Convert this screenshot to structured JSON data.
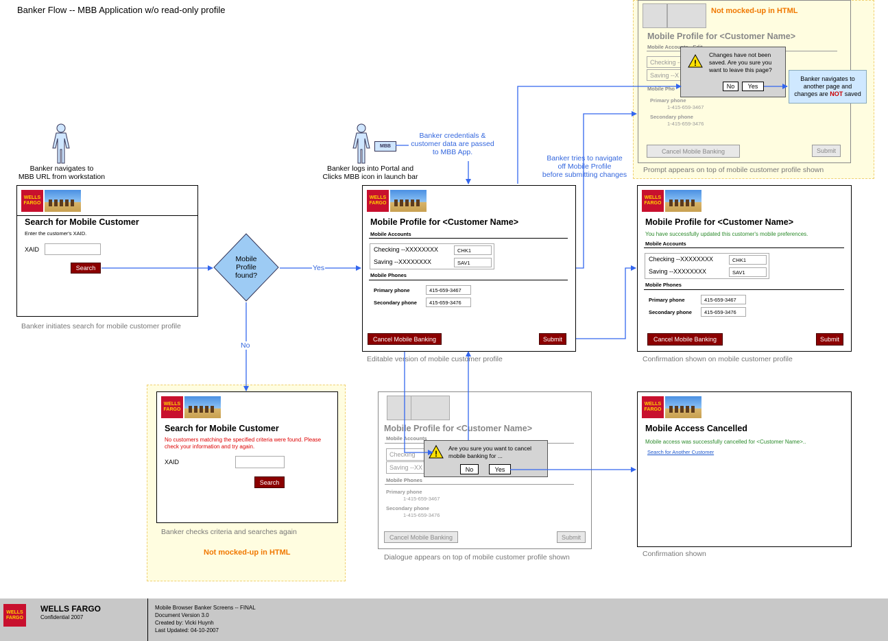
{
  "title": "Banker Flow -- MBB Application w/o read-only profile",
  "actors": {
    "banker1_caption": "Banker navigates to\nMBB URL from workstation",
    "banker2_caption": "Banker logs into Portal and\nClicks MBB icon in launch bar",
    "mbb_icon_label": "MBB"
  },
  "notes": {
    "credentials": "Banker credentials &\ncustomer data are passed\nto MBB App.",
    "navigate_off": "Banker tries to navigate\noff Mobile Profile\nbefore submitting changes",
    "not_saved_pre": "Banker navigates to\nanother page and\nchanges are ",
    "not_saved_not": "NOT",
    "not_saved_post": " saved",
    "yes_label": "Yes",
    "no_label": "No"
  },
  "logo": {
    "text": "WELLS\nFARGO"
  },
  "decision": {
    "text": "Mobile\nProfile\nfound?"
  },
  "search_screen": {
    "heading": "Search for Mobile Customer",
    "instruction": "Enter the customer's XAID.",
    "xaid_label": "XAID",
    "search_button": "Search",
    "caption": "Banker initiates search for mobile customer profile"
  },
  "search_again_screen": {
    "heading": "Search for Mobile Customer",
    "error": "No customers matching the specified criteria were found. Please\ncheck your information and try again.",
    "xaid_label": "XAID",
    "search_button": "Search",
    "caption": "Banker checks criteria and searches again",
    "not_mocked": "Not mocked-up in HTML"
  },
  "edit_screen": {
    "heading": "Mobile Profile for <Customer Name>",
    "accounts_section": "Mobile Accounts",
    "checking": "Checking --XXXXXXXX",
    "checking_val": "CHK1",
    "saving": "Saving --XXXXXXXX",
    "saving_val": "SAV1",
    "phones_section": "Mobile Phones",
    "primary_label": "Primary phone",
    "primary_val": "415-659-3467",
    "secondary_label": "Secondary phone",
    "secondary_val": "415-659-3476",
    "cancel_button": "Cancel Mobile Banking",
    "submit_button": "Submit",
    "caption": "Editable version of mobile customer profile"
  },
  "confirm_screen": {
    "heading": "Mobile Profile for <Customer Name>",
    "success": "You have successfully updated this customer's mobile preferences.",
    "accounts_section": "Mobile Accounts",
    "checking": "Checking --XXXXXXXX",
    "checking_val": "CHK1",
    "saving": "Saving --XXXXXXXX",
    "saving_val": "SAV1",
    "phones_section": "Mobile Phones",
    "primary_label": "Primary phone",
    "primary_val": "415-659-3467",
    "secondary_label": "Secondary phone",
    "secondary_val": "415-659-3476",
    "cancel_button": "Cancel Mobile Banking",
    "submit_button": "Submit",
    "caption": "Confirmation shown on mobile customer profile"
  },
  "prompt_screen": {
    "not_mocked": "Not mocked-up in HTML",
    "heading": "Mobile Profile for <Customer Name>",
    "accounts_section": "Mobile Accounts - Edit",
    "checking": "Checking --",
    "saving": "Saving --X",
    "phones_section": "Mobile Pho",
    "primary_label": "Primary phone",
    "primary_val": "1-415-659-3467",
    "secondary_label": "Secondary phone",
    "secondary_val": "1-415-659-3476",
    "cancel_button": "Cancel Mobile Banking",
    "submit_button": "Submit",
    "dialog_text": "Changes have not been\nsaved. Are you sure you\nwant to leave this page?",
    "dialog_no": "No",
    "dialog_yes": "Yes",
    "caption": "Prompt appears on top of mobile customer profile shown"
  },
  "cancel_dialog_screen": {
    "heading": "Mobile Profile for <Customer Name>",
    "accounts_section": "Mobile Accounts",
    "checking": "Checking",
    "saving": "Saving --XX",
    "phones_section": "Mobile Phones",
    "primary_label": "Primary phone",
    "primary_val": "1-415-659-3467",
    "secondary_label": "Secondary phone",
    "secondary_val": "1-415-659-3476",
    "cancel_button": "Cancel Mobile Banking",
    "submit_button": "Submit",
    "dialog_text": "Are you sure you want to cancel\nmobile banking for ...",
    "dialog_no": "No",
    "dialog_yes": "Yes",
    "caption": "Dialogue appears on top of mobile customer profile shown"
  },
  "cancelled_screen": {
    "heading": "Mobile Access Cancelled",
    "message": "Mobile access was successfully cancelled for <Customer Name>..",
    "link": "Search for Another Customer",
    "caption": "Confirmation shown"
  },
  "footer": {
    "company": "WELLS FARGO",
    "confidential": "Confidential 2007",
    "doc_title": "Mobile Browser Banker Screens -- FINAL",
    "version": "Document Version 3.0",
    "created_by": "Created by: Vicki Huynh",
    "last_updated": "Last Updated: 04-10-2007"
  },
  "colors": {
    "arrow": "#3366ee",
    "brand_red": "#c8102e",
    "button_red": "#8b0000"
  }
}
